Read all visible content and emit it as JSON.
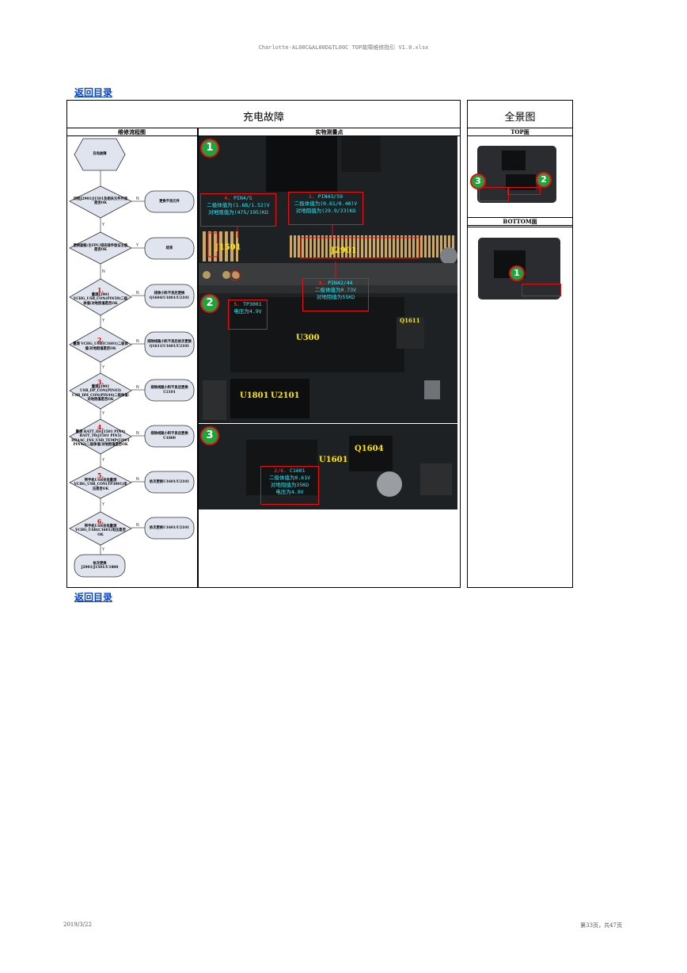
{
  "header": {
    "file_title": "Charlotte-AL00C&AL00D&TL00C TOP故障维修指引 V1.0.xlsx"
  },
  "nav": {
    "back_top": "返回目录",
    "back_bottom": "返回目录"
  },
  "section_title": "充电故障",
  "overview_title": "全景图",
  "columns": {
    "flow": "维修流程图",
    "measure": "实物测量点",
    "top": "TOP面",
    "bottom": "BOTTOM面"
  },
  "flow": {
    "start": "充电故障",
    "d1": "目检J2901/J1501及相关元件外观是否OK",
    "a1": "更换不良元件",
    "d2": "更换副板/主FPC/排充排件验证主板是否OK",
    "a2": "结束",
    "d3": {
      "num": "1.",
      "text": "量测J2901 VCHG_USB_CON(PIN59)二极体值/对地阻值是否OK"
    },
    "a3": "排除小料不良后更换Q1604/U1801/U2101",
    "d4": {
      "num": "2.",
      "text": "量测 VCHG_USB(C1601)二极体值/对地阻值是否OK"
    },
    "a4": "排除线路小料不良后依次更换Q1611/U1601/U2101",
    "d5": {
      "num": "3.",
      "text": "量测J2901 USB_DP_CON(PIN43) USB_DM_CON(PIN44)二极体值/对地阻值是否OK"
    },
    "a5": "排除线路小料不良后更换U2101",
    "d6": {
      "num": "4.",
      "text": "量测 BATT_ID(J1501 PIN4) BATT_T0(J1501 PIN5) BBAAC_INS_USB_TEMP(J2901 PIN42)二极体值/对地阻值是否OK"
    },
    "a6": "排除线路小料不良后更换U1800",
    "d7": {
      "num": "5.",
      "text": "带手机USB充电量测VCHG_USB_CON(TP3001)电压是否OK"
    },
    "a7": "依次更换U1601/U2101",
    "d8": {
      "num": "6.",
      "text": "带手机USB充电量测VCHG_USB(C1601)电压是否OK"
    },
    "a8": "依次更换U1601/U2101",
    "end": "依次更换J2901/J1501/U1800",
    "yes": "Y",
    "no": "N"
  },
  "photo": {
    "badge1": "1",
    "badge2": "2",
    "badge3": "3",
    "J1501": "J1501",
    "J2901": "J2901",
    "U300": "U300",
    "Q1611": "Q1611",
    "U1801": "U1801",
    "U2101": "U2101",
    "U1601": "U1601",
    "Q1604": "Q1604",
    "c4": {
      "num": "4.",
      "lines": [
        "PIN4/5",
        "二极体值为(1.68/1.52)V",
        "对地阻值为(475/195)KΩ"
      ]
    },
    "c1": {
      "num": "1.",
      "lines": [
        "PIN43/59",
        "二极体值为(0.61/0.40)V",
        "对地阻值为(29.9/23)KΩ"
      ]
    },
    "c3": {
      "num": "3.",
      "lines": [
        "PIN42/44",
        "二极体值为0.73V",
        "对地阻值为55KΩ"
      ]
    },
    "c5": {
      "num": "5.",
      "lines": [
        "TP3001",
        "电压为4.9V"
      ]
    },
    "c2": {
      "num": "2/6.",
      "lines": [
        "C1601",
        "二极体值为0.61V",
        "对地阻值为35KΩ",
        "电压为4.9V"
      ]
    }
  },
  "overview": {
    "top_badges": [
      "3",
      "2"
    ],
    "bottom_badges": [
      "1"
    ]
  },
  "footer": {
    "date": "2019/3/22",
    "page": "第33页，共47页"
  }
}
